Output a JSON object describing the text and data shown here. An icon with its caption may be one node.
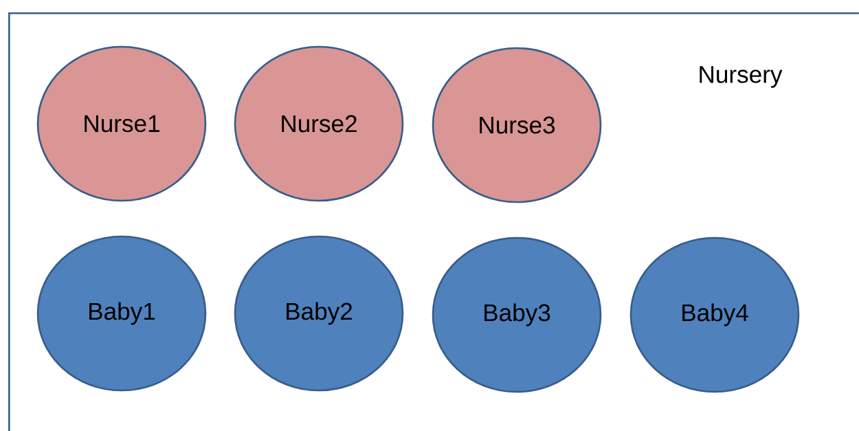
{
  "diagram": {
    "nodes": [
      {
        "text": [
          "Nursery"
        ]
      },
      {
        "text": [
          "Nurse1"
        ],
        "in": 0
      },
      {
        "text": [
          "Nurse2"
        ],
        "in": 0
      },
      {
        "text": [
          "Nurse3"
        ],
        "in": 0
      },
      {
        "text": [
          "Baby1"
        ],
        "in": 0
      },
      {
        "text": [
          "Baby2"
        ],
        "in": 0
      },
      {
        "text": [
          "Baby3"
        ],
        "in": 0
      },
      {
        "text": [
          "Baby4"
        ],
        "in": 0
      }
    ]
  }
}
